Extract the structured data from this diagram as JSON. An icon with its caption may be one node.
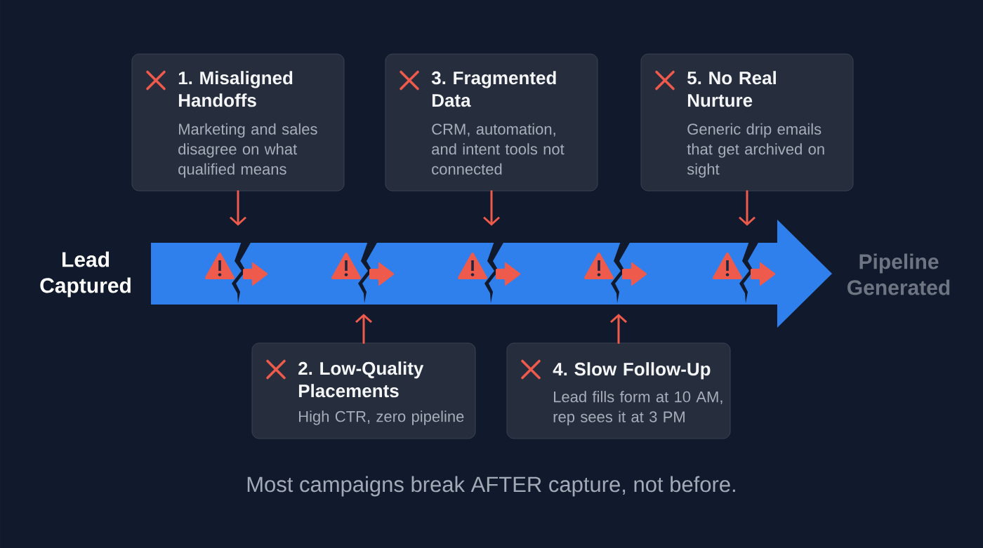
{
  "diagram": {
    "nodes": [
      {
        "text": [
          "1. Misaligned Handoffs",
          "Marketing and sales disagree on what qualified means"
        ]
      },
      {
        "text": [
          "3. Fragmented Data",
          "CRM, automation, and intent tools not connected"
        ]
      },
      {
        "text": [
          "5. No Real Nurture",
          "Generic drip emails that get archived on sight"
        ]
      },
      {
        "text": [],
        "shape": "arrow"
      },
      {
        "text": [
          "2. Low-Quality Placements",
          "High CTR, zero pipeline"
        ]
      },
      {
        "text": [
          "4. Slow Follow-Up",
          "Lead fills form at 10 AM, rep sees it at 3 PM"
        ]
      }
    ],
    "edges": [
      {
        "from": 0,
        "to": 3,
        "arrow": "to"
      },
      {
        "from": 1,
        "to": 3,
        "arrow": "to"
      },
      {
        "from": 2,
        "to": 3,
        "arrow": "to"
      },
      {
        "from": 4,
        "to": 3,
        "arrow": "to"
      },
      {
        "from": 5,
        "to": 3,
        "arrow": "to"
      }
    ],
    "labels": [
      "Lead Captured",
      "Pipeline Generated"
    ],
    "caption": "Most campaigns break AFTER capture, not before."
  }
}
